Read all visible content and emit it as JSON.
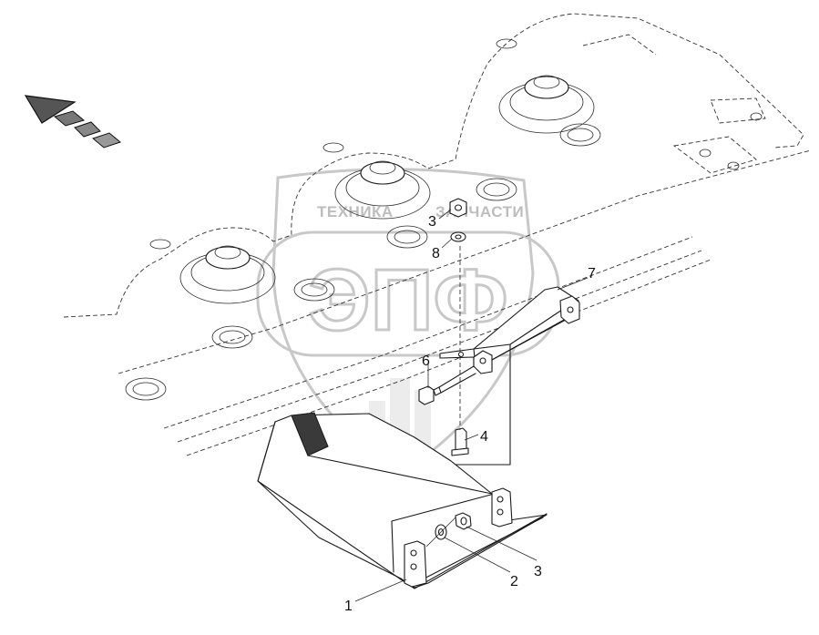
{
  "diagram": {
    "type": "exploded-parts-drawing",
    "callouts": [
      "1",
      "2",
      "3",
      "3",
      "4",
      "6",
      "7",
      "8"
    ],
    "watermark": {
      "logo_letters": "ЭПФ",
      "text_left": "ТЕХНИКА",
      "text_right": "ЗАПЧАСТИ"
    },
    "direction_arrow_icon": "travel-direction-arrow-icon",
    "colors": {
      "line": "#1a1a1a",
      "watermark": "#c8c8c8",
      "background": "#ffffff"
    }
  }
}
